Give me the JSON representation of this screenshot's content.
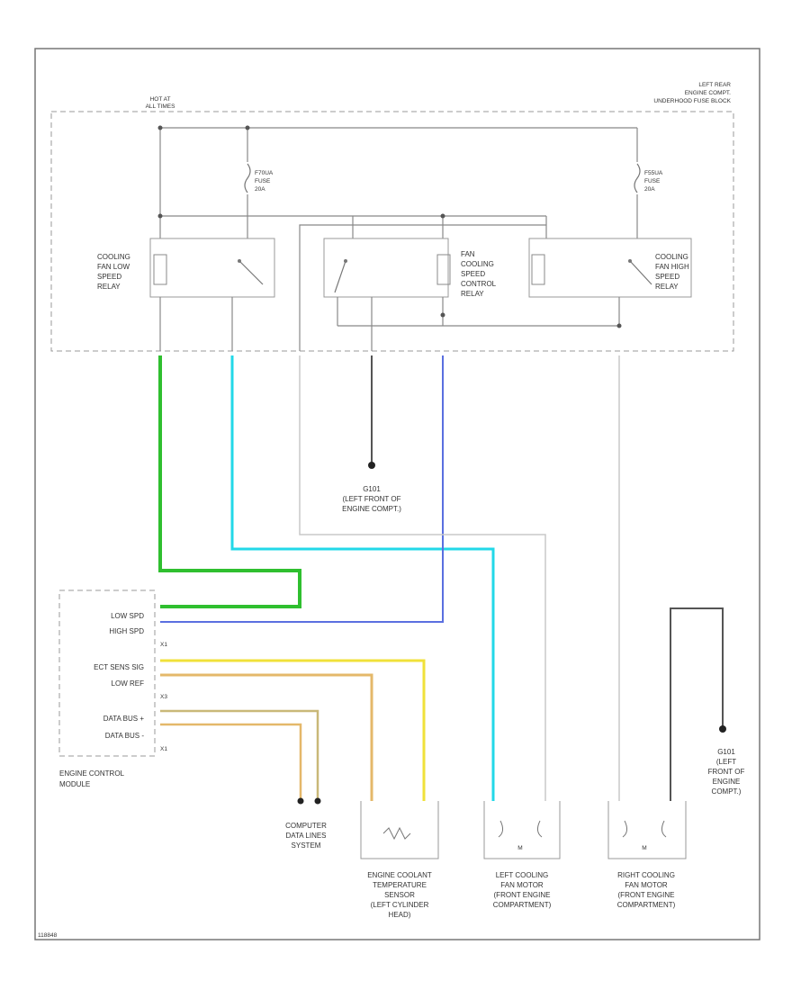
{
  "fuse_block": {
    "hot_at_all_times": [
      "HOT AT",
      "ALL TIMES"
    ],
    "location": [
      "LEFT REAR",
      "ENGINE COMPT.",
      "UNDERHOOD FUSE BLOCK"
    ],
    "fuse_left": [
      "F70UA",
      "FUSE",
      "20A"
    ],
    "fuse_right": [
      "F55UA",
      "FUSE",
      "20A"
    ]
  },
  "relays": {
    "low": [
      "COOLING",
      "FAN LOW",
      "SPEED",
      "RELAY"
    ],
    "control": [
      "FAN",
      "COOLING",
      "SPEED",
      "CONTROL",
      "RELAY"
    ],
    "high": [
      "COOLING",
      "FAN HIGH",
      "SPEED",
      "RELAY"
    ]
  },
  "ground_g101_center": [
    "G101",
    "(LEFT FRONT OF",
    "ENGINE COMPT.)"
  ],
  "ecm": {
    "pins": [
      "LOW SPD",
      "HIGH SPD",
      "X1",
      "ECT SENS SIG",
      "LOW REF",
      "X3",
      "DATA BUS +",
      "DATA BUS -",
      "X1"
    ],
    "label": [
      "ENGINE CONTROL",
      "MODULE"
    ]
  },
  "data_lines": [
    "COMPUTER",
    "DATA LINES",
    "SYSTEM"
  ],
  "ect_sensor": [
    "ENGINE COOLANT",
    "TEMPERATURE",
    "SENSOR",
    "(LEFT CYLINDER",
    "HEAD)"
  ],
  "left_fan": [
    "LEFT COOLING",
    "FAN MOTOR",
    "(FRONT ENGINE",
    "COMPARTMENT)"
  ],
  "right_fan": [
    "RIGHT COOLING",
    "FAN MOTOR",
    "(FRONT ENGINE",
    "COMPARTMENT)"
  ],
  "ground_g101_right": [
    "G101",
    "(LEFT",
    "FRONT OF",
    "ENGINE",
    "COMPT.)"
  ],
  "motor_symbol": "M",
  "footer_code": "118848",
  "colors": {
    "green": "#2fbf2f",
    "cyan": "#22d8e8",
    "blue": "#5a6fe0",
    "yellow": "#f0e13a",
    "tan": "#e4b86a",
    "gray": "#c8c8c8",
    "dark": "#555555"
  }
}
